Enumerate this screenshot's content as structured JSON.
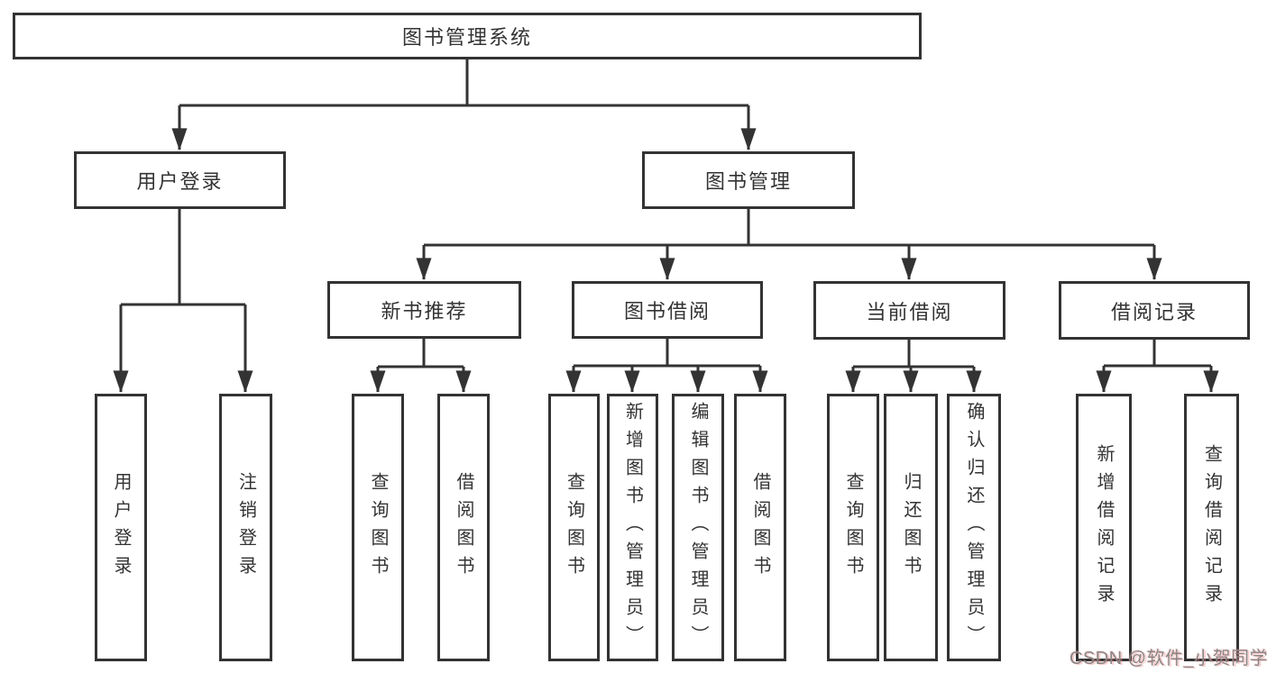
{
  "diagram_title": "图书管理系统",
  "nodes": {
    "root": "图书管理系统",
    "user_login": "用户登录",
    "book_mgmt": "图书管理",
    "new_book_rec": "新书推荐",
    "book_borrow": "图书借阅",
    "current_borrow": "当前借阅",
    "borrow_record": "借阅记录",
    "leaf_user_login": "用户登录",
    "leaf_logout": "注销登录",
    "leaf_query_book_under_rec": "查询图书",
    "leaf_borrow_book_under_rec": "借阅图书",
    "leaf_query_book_under_borrow": "查询图书",
    "leaf_add_book_admin": "新增图书（管理员）",
    "leaf_edit_book_admin": "编辑图书（管理员）",
    "leaf_borrow_book_under_borrow": "借阅图书",
    "leaf_query_book_under_current": "查询图书",
    "leaf_return_book": "归还图书",
    "leaf_confirm_return_admin": "确认归还（管理员）",
    "leaf_add_borrow_record": "新增借阅记录",
    "leaf_query_borrow_record": "查询借阅记录"
  },
  "tree": {
    "图书管理系统": {
      "用户登录": [
        "用户登录",
        "注销登录"
      ],
      "图书管理": {
        "新书推荐": [
          "查询图书",
          "借阅图书"
        ],
        "图书借阅": [
          "查询图书",
          "新增图书（管理员）",
          "编辑图书（管理员）",
          "借阅图书"
        ],
        "当前借阅": [
          "查询图书",
          "归还图书",
          "确认归还（管理员）"
        ],
        "借阅记录": [
          "新增借阅记录",
          "查询借阅记录"
        ]
      }
    }
  },
  "watermark": "CSDN @软件_小贺同学",
  "colors": {
    "background": "#ffffff",
    "line": "#333333",
    "box_border": "#333333",
    "text": "#333333",
    "watermark_text": "#8a8585",
    "watermark_accent": "#f28282"
  }
}
